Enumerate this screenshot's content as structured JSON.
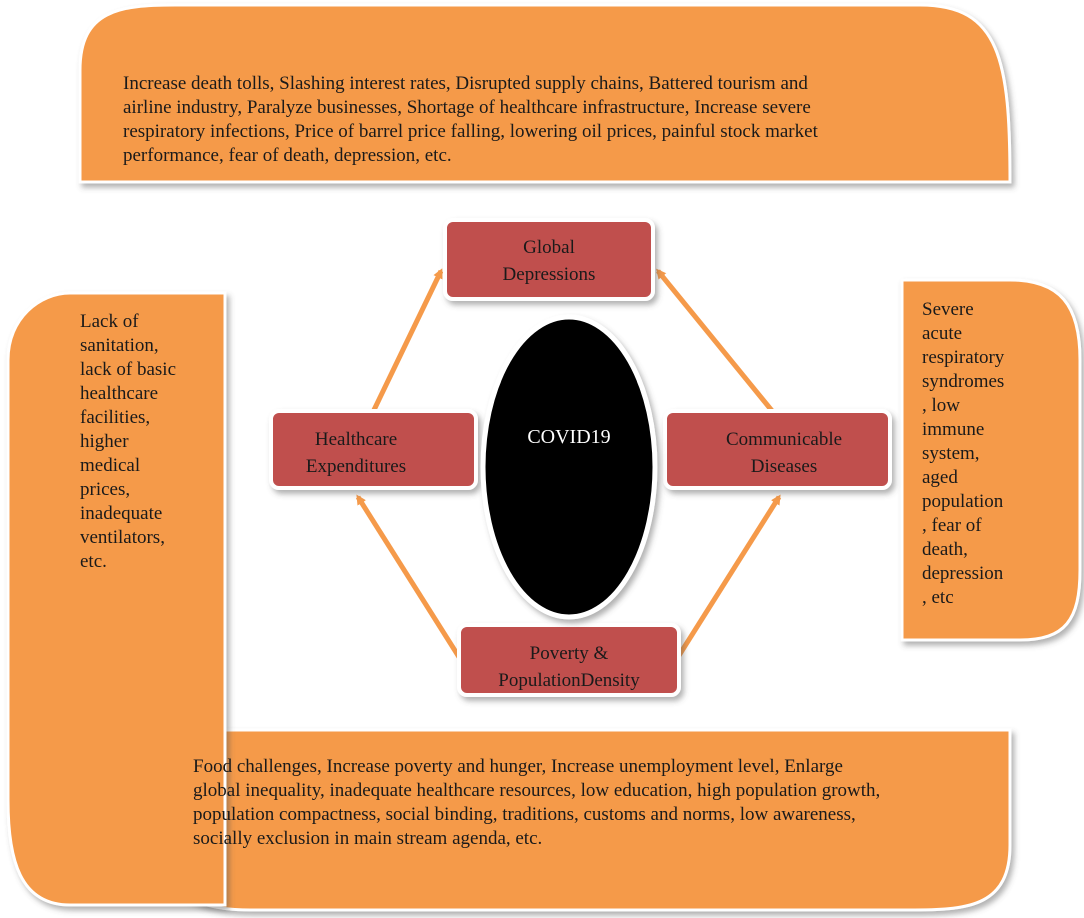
{
  "center": {
    "label": "COVID19"
  },
  "boxes": {
    "top": {
      "line1": "Global",
      "line2": "Depressions"
    },
    "left": {
      "line1": "Healthcare",
      "line2": "Expenditures"
    },
    "right": {
      "line1": "Communicable",
      "line2": "Diseases"
    },
    "bottom": {
      "line1": "Poverty &",
      "line2": "PopulationDensity"
    }
  },
  "panels": {
    "top": {
      "lines": [
        "Increase death tolls, Slashing interest rates, Disrupted supply chains, Battered tourism and",
        "airline industry, Paralyze businesses, Shortage of healthcare infrastructure, Increase severe",
        "respiratory infections, Price of barrel price falling, lowering oil prices, painful stock market",
        "performance, fear of death, depression, etc."
      ]
    },
    "left": {
      "lines": [
        "Lack of",
        "sanitation,",
        "lack of basic",
        "healthcare",
        "facilities,",
        "higher",
        "medical",
        "prices,",
        "inadequate",
        "ventilators,",
        "etc."
      ]
    },
    "right": {
      "lines": [
        "Severe",
        "acute",
        "respiratory",
        "syndromes",
        ", low",
        "immune",
        "system,",
        "aged",
        "population",
        ", fear of",
        "death,",
        "depression",
        ", etc"
      ]
    },
    "bottom": {
      "lines": [
        "Food challenges, Increase poverty and hunger, Increase unemployment level, Enlarge",
        "global inequality, inadequate healthcare resources,  low education, high population growth,",
        "population compactness, social binding, traditions, customs and norms,  low awareness,",
        "socially exclusion in main stream agenda, etc."
      ]
    }
  },
  "colors": {
    "orange": "#f59a4a",
    "red_box": "#c0504d",
    "ellipse": "#000000"
  }
}
